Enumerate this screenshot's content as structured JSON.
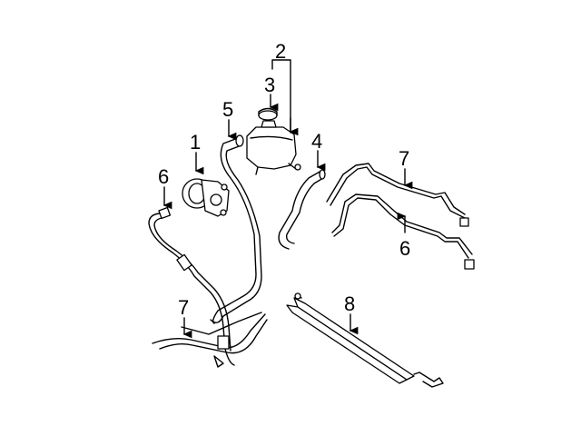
{
  "diagram": {
    "callouts": [
      {
        "id": "c1",
        "text": "1"
      },
      {
        "id": "c2",
        "text": "2"
      },
      {
        "id": "c3",
        "text": "3"
      },
      {
        "id": "c4",
        "text": "4"
      },
      {
        "id": "c5",
        "text": "5"
      },
      {
        "id": "c6a",
        "text": "6"
      },
      {
        "id": "c6b",
        "text": "6"
      },
      {
        "id": "c7a",
        "text": "7"
      },
      {
        "id": "c7b",
        "text": "7"
      },
      {
        "id": "c8",
        "text": "8"
      }
    ]
  }
}
